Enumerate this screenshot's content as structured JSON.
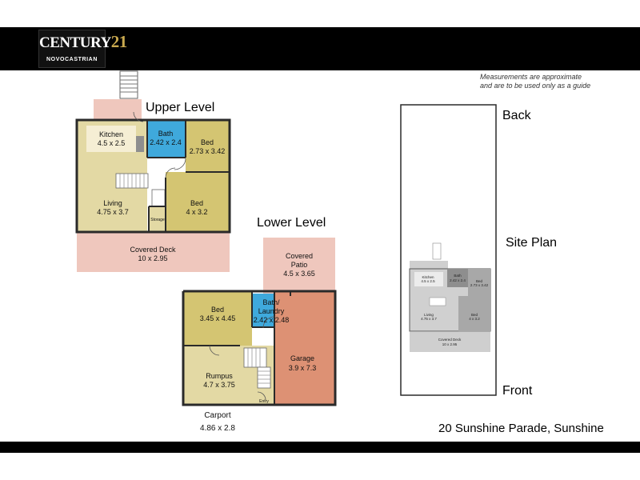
{
  "brand": {
    "name": "CENTURY",
    "number": "21",
    "office": "NOVOCASTRIAN"
  },
  "disclaimer": {
    "line1": "Measurements are approximate",
    "line2": "and are to be used only as a guide"
  },
  "levels": {
    "upper": "Upper Level",
    "lower": "Lower Level"
  },
  "site": {
    "back": "Back",
    "front": "Front",
    "plan": "Site Plan"
  },
  "address": "20 Sunshine Parade, Sunshine",
  "rooms": {
    "kitchen": {
      "name": "Kitchen",
      "dims": "4.5 x 2.5"
    },
    "bath_upper": {
      "name": "Bath",
      "dims": "2.42 x 2.4"
    },
    "bed_upper_1": {
      "name": "Bed",
      "dims": "2.73 x 3.42"
    },
    "living": {
      "name": "Living",
      "dims": "4.75 x 3.7"
    },
    "bed_upper_2": {
      "name": "Bed",
      "dims": "4 x 3.2"
    },
    "storage": {
      "name": "Storage"
    },
    "covered_deck": {
      "name": "Covered Deck",
      "dims": "10 x 2.95"
    },
    "covered_patio": {
      "name": "Covered",
      "name2": "Patio",
      "dims": "4.5 x 3.65"
    },
    "bed_lower": {
      "name": "Bed",
      "dims": "3.45 x 4.45"
    },
    "bath_laundry": {
      "name": "Bath/",
      "name2": "Laundry",
      "dims": "2.42 x 2.48"
    },
    "garage": {
      "name": "Garage",
      "dims": "3.9 x 7.3"
    },
    "rumpus": {
      "name": "Rumpus",
      "dims": "4.7 x 3.75"
    },
    "entry": {
      "name": "Entry"
    },
    "carport": {
      "name": "Carport",
      "dims": "4.86 x 2.8"
    }
  },
  "colors": {
    "yellow": "#e3d9a4",
    "blue": "#3fa9dc",
    "olive": "#d4c572",
    "pink": "#efc7bd",
    "orange": "#dd9174",
    "gray": "#b5b5b5",
    "darkgray": "#8e8e8e",
    "wall": "#2a2a2a"
  }
}
